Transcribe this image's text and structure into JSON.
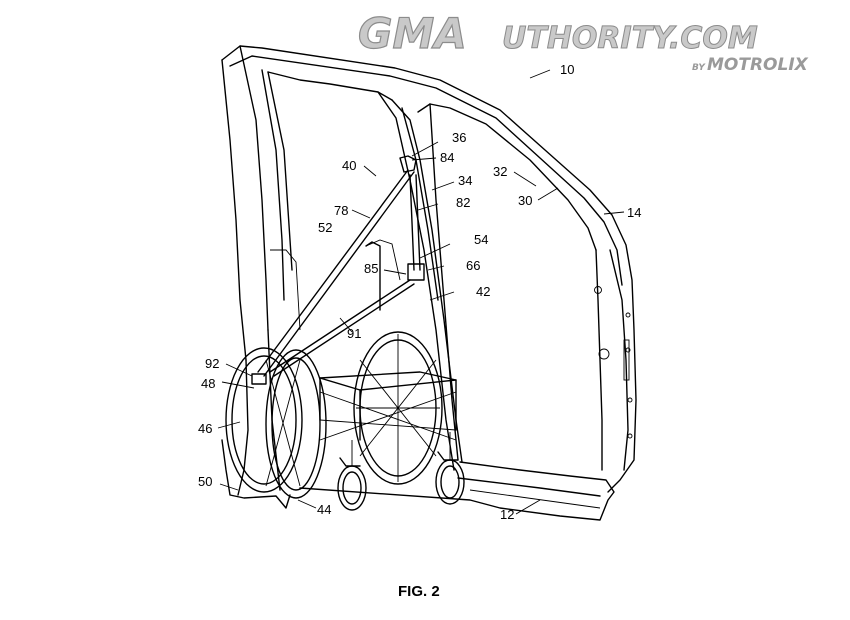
{
  "watermark": {
    "brand_main": "GMA",
    "brand_rest": "uthority.com",
    "by": "BY",
    "partner": "MOTROLIX"
  },
  "figure": {
    "caption": "FIG. 2",
    "reference_numerals": [
      "10",
      "14",
      "30",
      "32",
      "34",
      "36",
      "40",
      "84",
      "78",
      "82",
      "52",
      "54",
      "85",
      "66",
      "42",
      "91",
      "92",
      "48",
      "46",
      "50",
      "44",
      "12"
    ]
  }
}
